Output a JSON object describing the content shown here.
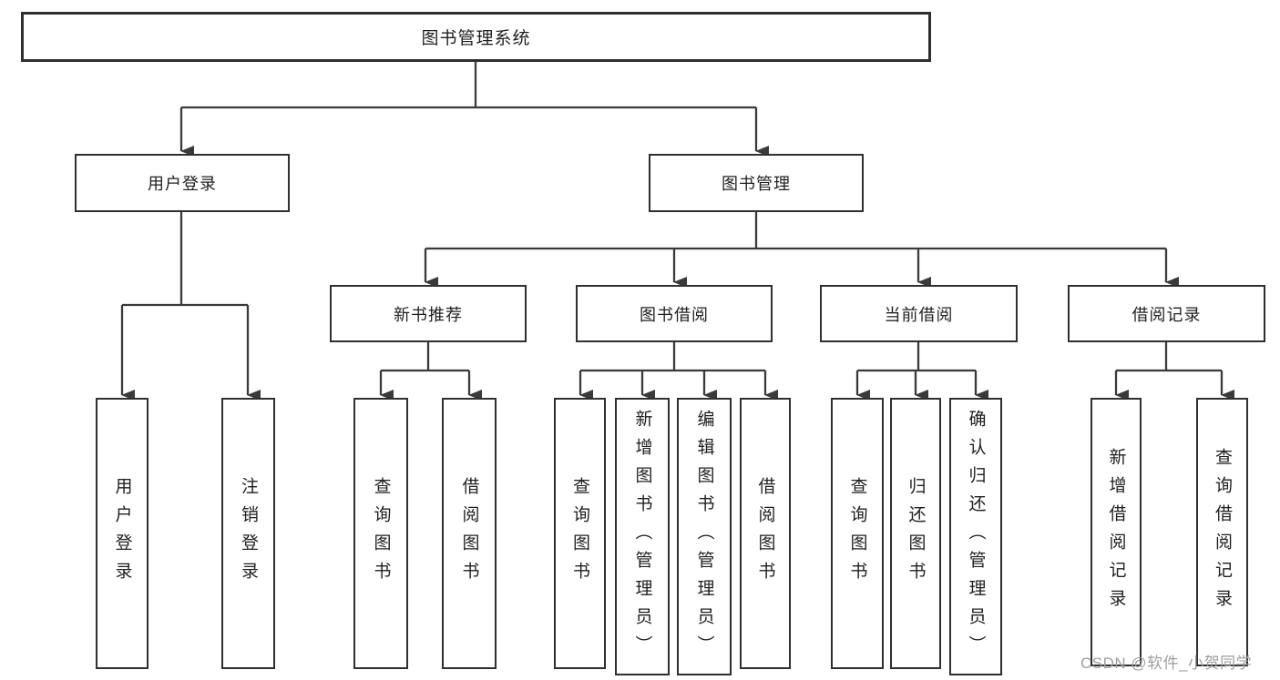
{
  "diagram": {
    "title": "图书管理系统",
    "level2": [
      {
        "label": "用户登录"
      },
      {
        "label": "图书管理"
      }
    ],
    "level3": [
      {
        "label": "新书推荐",
        "parent": "图书管理"
      },
      {
        "label": "图书借阅",
        "parent": "图书管理"
      },
      {
        "label": "当前借阅",
        "parent": "图书管理"
      },
      {
        "label": "借阅记录",
        "parent": "图书管理"
      }
    ],
    "leaves": [
      {
        "label": "用户登录",
        "parent": "用户登录"
      },
      {
        "label": "注销登录",
        "parent": "用户登录"
      },
      {
        "label": "查询图书",
        "parent": "新书推荐"
      },
      {
        "label": "借阅图书",
        "parent": "新书推荐"
      },
      {
        "label": "查询图书",
        "parent": "图书借阅"
      },
      {
        "label": "新增图书（管理员）",
        "parent": "图书借阅"
      },
      {
        "label": "编辑图书（管理员）",
        "parent": "图书借阅"
      },
      {
        "label": "借阅图书",
        "parent": "图书借阅"
      },
      {
        "label": "查询图书",
        "parent": "当前借阅"
      },
      {
        "label": "归还图书",
        "parent": "当前借阅"
      },
      {
        "label": "确认归还（管理员）",
        "parent": "当前借阅"
      },
      {
        "label": "新增借阅记录",
        "parent": "借阅记录"
      },
      {
        "label": "查询借阅记录",
        "parent": "借阅记录"
      }
    ],
    "colors": {
      "line": "#3a3a3a",
      "box_border": "#2f2f2f",
      "text": "#1f1f1f",
      "background": "#ffffff",
      "watermark": "#9e9e9e"
    }
  },
  "watermark": {
    "text": "CSDN @软件_小贺同学"
  }
}
